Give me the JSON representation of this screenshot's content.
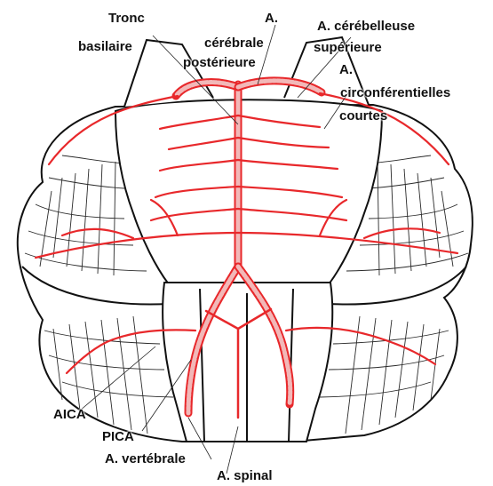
{
  "diagram": {
    "labels": {
      "tronc_l1": "Tronc",
      "tronc_l2": "basilaire",
      "acp_l1": "A.",
      "acp_l2": "cérébrale",
      "acp_l3": "postérieure",
      "sca_l1": "A. cérébelleuse",
      "sca_l2": "supérieure",
      "circ_l1": "A.",
      "circ_l2": "circonférentielles",
      "circ_l3": "courtes",
      "aica": "AICA",
      "pica": "PICA",
      "vert": "A. vertébrale",
      "spinal": "A. spinal"
    },
    "colors": {
      "artery": "#e8282b",
      "artery_light": "#f2b8b8",
      "outline": "#111111",
      "folia": "#2a2a2a"
    }
  }
}
